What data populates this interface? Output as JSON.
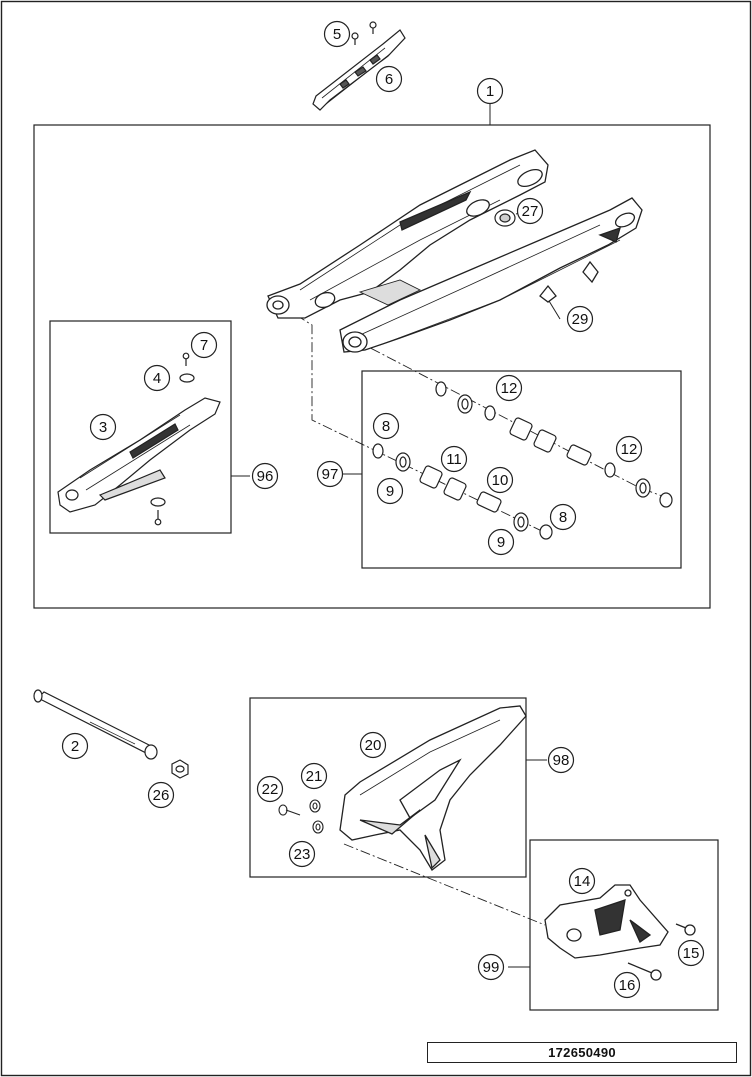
{
  "diagram": {
    "callouts": [
      {
        "id": "c1",
        "label": "1"
      },
      {
        "id": "c2",
        "label": "2"
      },
      {
        "id": "c3",
        "label": "3"
      },
      {
        "id": "c4",
        "label": "4"
      },
      {
        "id": "c5",
        "label": "5"
      },
      {
        "id": "c6",
        "label": "6"
      },
      {
        "id": "c7",
        "label": "7"
      },
      {
        "id": "c8a",
        "label": "8"
      },
      {
        "id": "c8b",
        "label": "8"
      },
      {
        "id": "c9a",
        "label": "9"
      },
      {
        "id": "c9b",
        "label": "9"
      },
      {
        "id": "c10",
        "label": "10"
      },
      {
        "id": "c11",
        "label": "11"
      },
      {
        "id": "c12a",
        "label": "12"
      },
      {
        "id": "c12b",
        "label": "12"
      },
      {
        "id": "c14",
        "label": "14"
      },
      {
        "id": "c15",
        "label": "15"
      },
      {
        "id": "c16",
        "label": "16"
      },
      {
        "id": "c20",
        "label": "20"
      },
      {
        "id": "c21",
        "label": "21"
      },
      {
        "id": "c22",
        "label": "22"
      },
      {
        "id": "c23",
        "label": "23"
      },
      {
        "id": "c26",
        "label": "26"
      },
      {
        "id": "c27",
        "label": "27"
      },
      {
        "id": "c29",
        "label": "29"
      },
      {
        "id": "c96",
        "label": "96"
      },
      {
        "id": "c97",
        "label": "97"
      },
      {
        "id": "c98",
        "label": "98"
      },
      {
        "id": "c99",
        "label": "99"
      }
    ]
  },
  "footer": {
    "part_number": "172650490"
  },
  "colors": {
    "line": "#222222",
    "part_fill": "#ffffff",
    "shade": "#cfcfcf",
    "dark": "#555555"
  }
}
